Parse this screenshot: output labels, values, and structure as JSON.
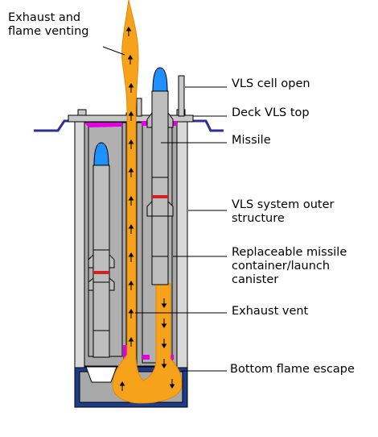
{
  "diagram": {
    "labels": {
      "exhaust_venting_top": "Exhaust and\nflame venting",
      "vls_cell_open": "VLS cell open",
      "deck_vls_top": "Deck VLS top",
      "missile": "Missile",
      "outer_structure": "VLS system outer\nstructure",
      "canister": "Replaceable missile\ncontainer/launch\ncanister",
      "exhaust_vent": "Exhaust vent",
      "bottom_flame_escape": "Bottom flame escape"
    },
    "colors": {
      "flame": "#f7a21b",
      "flame_edge": "#e08a00",
      "structure": "#c0c0c0",
      "cell_fill": "#a8a8a8",
      "missile_body": "#bdbdbd",
      "nose_cone": "#1e90ff",
      "band": "#d32020",
      "seal": "#e000e0",
      "deck": "#303090",
      "base_fill": "#1e3c8c",
      "outline": "#000000"
    }
  }
}
